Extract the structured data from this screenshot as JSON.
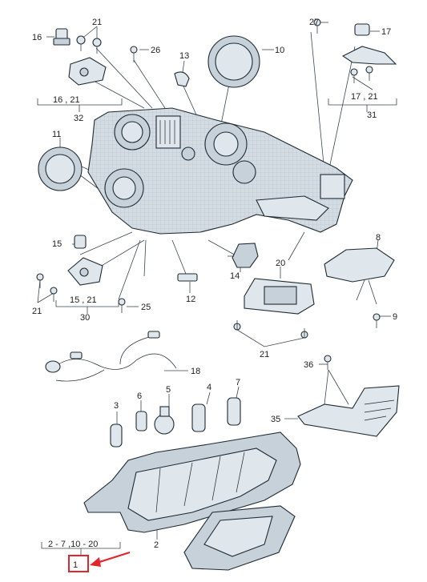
{
  "diagram": {
    "accent_color": "#e0252b",
    "labels": [
      {
        "id": "l16a",
        "text": "16"
      },
      {
        "id": "l21a",
        "text": "21"
      },
      {
        "id": "l26",
        "text": "26"
      },
      {
        "id": "l13",
        "text": "13"
      },
      {
        "id": "l10",
        "text": "10"
      },
      {
        "id": "l27",
        "text": "27"
      },
      {
        "id": "l17a",
        "text": "17"
      },
      {
        "id": "l11",
        "text": "11"
      },
      {
        "id": "l15a",
        "text": "15"
      },
      {
        "id": "l21b",
        "text": "21"
      },
      {
        "id": "l14",
        "text": "14"
      },
      {
        "id": "l12",
        "text": "12"
      },
      {
        "id": "l25",
        "text": "25"
      },
      {
        "id": "l20",
        "text": "20"
      },
      {
        "id": "l8",
        "text": "8"
      },
      {
        "id": "l9",
        "text": "9"
      },
      {
        "id": "l21c",
        "text": "21"
      },
      {
        "id": "l36",
        "text": "36"
      },
      {
        "id": "l18",
        "text": "18"
      },
      {
        "id": "l3",
        "text": "3"
      },
      {
        "id": "l6",
        "text": "6"
      },
      {
        "id": "l5",
        "text": "5"
      },
      {
        "id": "l4",
        "text": "4"
      },
      {
        "id": "l7",
        "text": "7"
      },
      {
        "id": "l35",
        "text": "35"
      },
      {
        "id": "l2",
        "text": "2"
      }
    ],
    "groups": [
      {
        "id": "g32",
        "sub": "16 , 21",
        "main": "32"
      },
      {
        "id": "g31",
        "sub": "17 , 21",
        "main": "31"
      },
      {
        "id": "g30",
        "sub": "15 , 21",
        "main": "30"
      },
      {
        "id": "g1",
        "sub": "2 - 7  ,10 - 20",
        "main": "1"
      }
    ]
  }
}
